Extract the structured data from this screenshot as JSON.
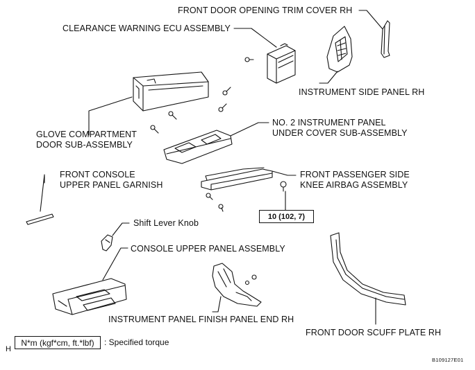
{
  "labels": {
    "front_door_opening_trim_cover": "FRONT DOOR OPENING TRIM COVER RH",
    "clearance_warning_ecu": "CLEARANCE WARNING ECU ASSEMBLY",
    "instrument_side_panel": "INSTRUMENT SIDE PANEL RH",
    "glove_compartment_line1": "GLOVE COMPARTMENT",
    "glove_compartment_line2": "DOOR SUB-ASSEMBLY",
    "no2_under_cover_line1": "NO. 2 INSTRUMENT PANEL",
    "no2_under_cover_line2": "UNDER COVER SUB-ASSEMBLY",
    "front_console_garnish_line1": "FRONT CONSOLE",
    "front_console_garnish_line2": "UPPER PANEL GARNISH",
    "knee_airbag_line1": "FRONT PASSENGER SIDE",
    "knee_airbag_line2": "KNEE AIRBAG ASSEMBLY",
    "shift_lever_knob": "Shift Lever Knob",
    "console_upper_panel": "CONSOLE UPPER PANEL ASSEMBLY",
    "finish_panel_end": "INSTRUMENT PANEL FINISH PANEL END RH",
    "front_door_scuff_plate": "FRONT DOOR SCUFF PLATE RH"
  },
  "torque_value": "10 (102, 7)",
  "legend": {
    "unit_box": "N*m (kgf*cm, ft.*lbf)",
    "description": ": Specified torque"
  },
  "corner_mark": "H",
  "figure_code": "B109127E01"
}
